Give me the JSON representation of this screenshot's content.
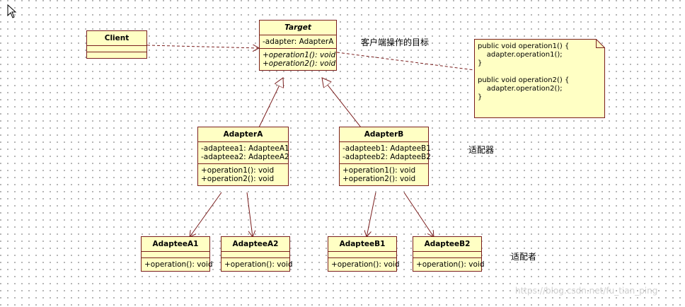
{
  "classes": {
    "client": {
      "name": "Client",
      "attributes": [],
      "operations": []
    },
    "target": {
      "name": "Target",
      "attributes": [
        "-adapter: AdapterA"
      ],
      "operations": [
        "+operation1(): void",
        "+operation2(): void"
      ]
    },
    "adapterA": {
      "name": "AdapterA",
      "attributes": [
        "-adapteea1: AdapteeA1",
        "-adapteea2: AdapteeA2"
      ],
      "operations": [
        "+operation1(): void",
        "+operation2(): void"
      ]
    },
    "adapterB": {
      "name": "AdapterB",
      "attributes": [
        "-adapteeb1: AdapteeB1",
        "-adapteeb2: AdapteeB2"
      ],
      "operations": [
        "+operation1(): void",
        "+operation2(): void"
      ]
    },
    "adapteeA1": {
      "name": "AdapteeA1",
      "operations": [
        "+operation(): void"
      ]
    },
    "adapteeA2": {
      "name": "AdapteeA2",
      "operations": [
        "+operation(): void"
      ]
    },
    "adapteeB1": {
      "name": "AdapteeB1",
      "operations": [
        "+operation(): void"
      ]
    },
    "adapteeB2": {
      "name": "AdapteeB2",
      "operations": [
        "+operation(): void"
      ]
    }
  },
  "note": {
    "lines": [
      "public void operation1() {",
      "    adapter.operation1();",
      "}",
      "",
      "public void operation2() {",
      "    adapter.operation2();",
      "}"
    ]
  },
  "labels": {
    "target_desc": "客户端操作的目标",
    "adapter_desc": "适配器",
    "adaptee_desc": "适配者"
  },
  "watermark": "https://blog.csdn.net/fu_tian_ping",
  "colors": {
    "class_fill": "#ffffc4",
    "border": "#7a1e1e",
    "note_fill": "#ffffc4"
  },
  "icons": {
    "cursor": "arrow-cursor-icon"
  }
}
